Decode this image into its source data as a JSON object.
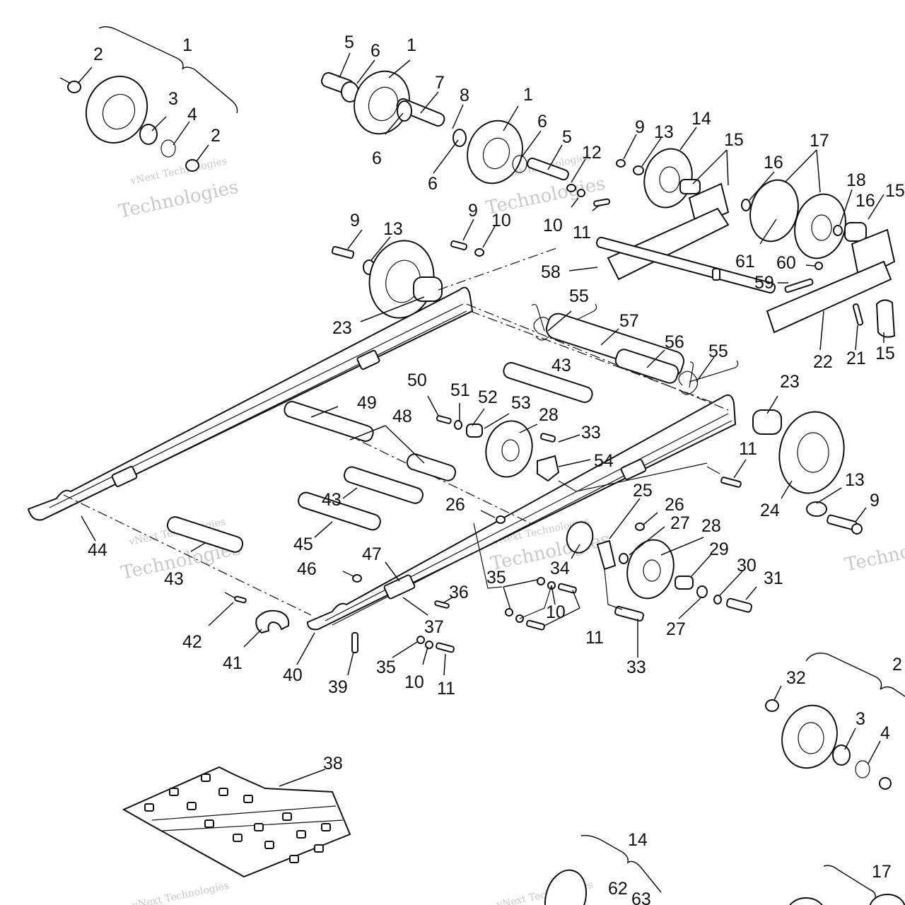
{
  "callouts": [
    {
      "id": "c1",
      "text": "1"
    },
    {
      "id": "c2",
      "text": "2"
    },
    {
      "id": "c3",
      "text": "3"
    },
    {
      "id": "c4",
      "text": "4"
    },
    {
      "id": "c5",
      "text": "2"
    },
    {
      "id": "c6",
      "text": "5"
    },
    {
      "id": "c7",
      "text": "6"
    },
    {
      "id": "c8",
      "text": "1"
    },
    {
      "id": "c9",
      "text": "7"
    },
    {
      "id": "c10",
      "text": "8"
    },
    {
      "id": "c11",
      "text": "1"
    },
    {
      "id": "c12",
      "text": "6"
    },
    {
      "id": "c13",
      "text": "5"
    },
    {
      "id": "c14",
      "text": "6"
    },
    {
      "id": "c15",
      "text": "6"
    },
    {
      "id": "c16",
      "text": "12"
    },
    {
      "id": "c17",
      "text": "10"
    },
    {
      "id": "c18",
      "text": "11"
    },
    {
      "id": "c19",
      "text": "9"
    },
    {
      "id": "c20",
      "text": "13"
    },
    {
      "id": "c21",
      "text": "14"
    },
    {
      "id": "c22",
      "text": "15"
    },
    {
      "id": "c23",
      "text": "16"
    },
    {
      "id": "c24",
      "text": "17"
    },
    {
      "id": "c25",
      "text": "18"
    },
    {
      "id": "c26",
      "text": "16"
    },
    {
      "id": "c27",
      "text": "15"
    },
    {
      "id": "c28",
      "text": "61"
    },
    {
      "id": "c29",
      "text": "60"
    },
    {
      "id": "c30",
      "text": "59"
    },
    {
      "id": "c31",
      "text": "58"
    },
    {
      "id": "c32",
      "text": "9"
    },
    {
      "id": "c33",
      "text": "13"
    },
    {
      "id": "c34",
      "text": "9"
    },
    {
      "id": "c35",
      "text": "10"
    },
    {
      "id": "c36",
      "text": "23"
    },
    {
      "id": "c37",
      "text": "55"
    },
    {
      "id": "c38",
      "text": "57"
    },
    {
      "id": "c39",
      "text": "56"
    },
    {
      "id": "c40",
      "text": "55"
    },
    {
      "id": "c41",
      "text": "43"
    },
    {
      "id": "c42",
      "text": "22"
    },
    {
      "id": "c43",
      "text": "21"
    },
    {
      "id": "c44",
      "text": "15"
    },
    {
      "id": "c45",
      "text": "23"
    },
    {
      "id": "c46",
      "text": "50"
    },
    {
      "id": "c47",
      "text": "51"
    },
    {
      "id": "c48",
      "text": "52"
    },
    {
      "id": "c49",
      "text": "53"
    },
    {
      "id": "c50",
      "text": "28"
    },
    {
      "id": "c51",
      "text": "33"
    },
    {
      "id": "c52",
      "text": "54"
    },
    {
      "id": "c53",
      "text": "49"
    },
    {
      "id": "c54",
      "text": "48"
    },
    {
      "id": "c55",
      "text": "11"
    },
    {
      "id": "c56",
      "text": "13"
    },
    {
      "id": "c57",
      "text": "9"
    },
    {
      "id": "c58",
      "text": "24"
    },
    {
      "id": "c59",
      "text": "43"
    },
    {
      "id": "c60",
      "text": "45"
    },
    {
      "id": "c61",
      "text": "44"
    },
    {
      "id": "c62",
      "text": "43"
    },
    {
      "id": "c63",
      "text": "26"
    },
    {
      "id": "c64",
      "text": "25"
    },
    {
      "id": "c65",
      "text": "26"
    },
    {
      "id": "c66",
      "text": "27"
    },
    {
      "id": "c67",
      "text": "28"
    },
    {
      "id": "c68",
      "text": "29"
    },
    {
      "id": "c69",
      "text": "30"
    },
    {
      "id": "c70",
      "text": "31"
    },
    {
      "id": "c71",
      "text": "34"
    },
    {
      "id": "c72",
      "text": "35"
    },
    {
      "id": "c73",
      "text": "10"
    },
    {
      "id": "c74",
      "text": "11"
    },
    {
      "id": "c75",
      "text": "27"
    },
    {
      "id": "c76",
      "text": "33"
    },
    {
      "id": "c77",
      "text": "47"
    },
    {
      "id": "c78",
      "text": "46"
    },
    {
      "id": "c79",
      "text": "36"
    },
    {
      "id": "c80",
      "text": "37"
    },
    {
      "id": "c81",
      "text": "35"
    },
    {
      "id": "c82",
      "text": "10"
    },
    {
      "id": "c83",
      "text": "11"
    },
    {
      "id": "c84",
      "text": "39"
    },
    {
      "id": "c85",
      "text": "40"
    },
    {
      "id": "c86",
      "text": "41"
    },
    {
      "id": "c87",
      "text": "42"
    },
    {
      "id": "c88",
      "text": "2"
    },
    {
      "id": "c89",
      "text": "32"
    },
    {
      "id": "c90",
      "text": "3"
    },
    {
      "id": "c91",
      "text": "4"
    },
    {
      "id": "c92",
      "text": "38"
    },
    {
      "id": "c93",
      "text": "14"
    },
    {
      "id": "c94",
      "text": "62"
    },
    {
      "id": "c95",
      "text": "63"
    },
    {
      "id": "c96",
      "text": "17"
    }
  ],
  "watermark": {
    "line1": "vNext Technologies",
    "line2": "vNext",
    "line3": "Technologies"
  }
}
